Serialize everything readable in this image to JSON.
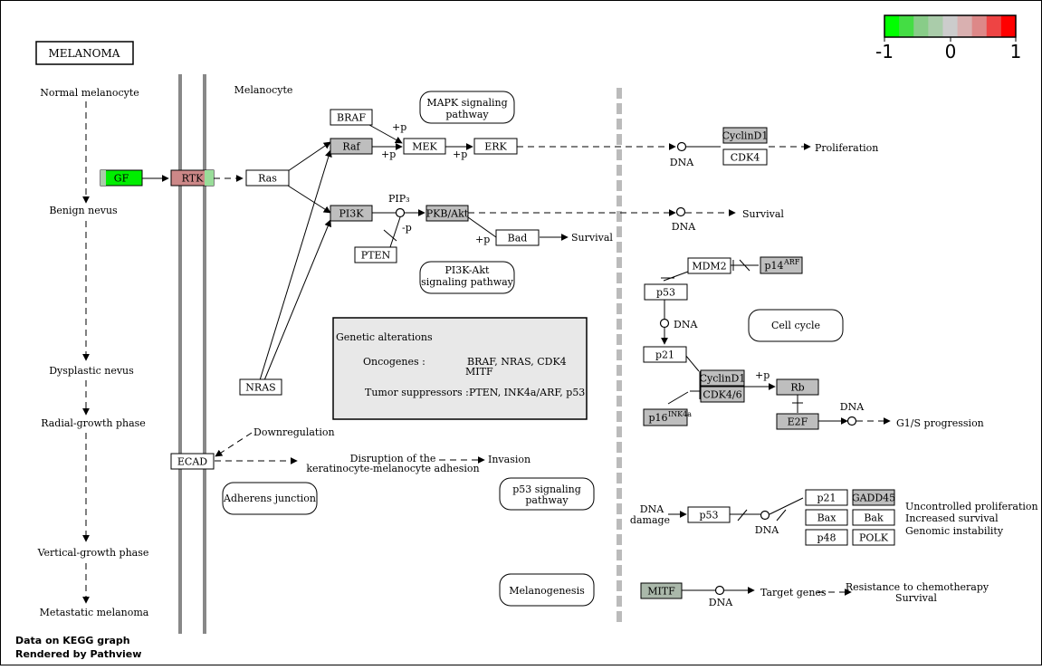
{
  "title": "MELANOMA",
  "legend": {
    "colors": [
      "#00ff00",
      "#44dd44",
      "#88cc88",
      "#aaccaa",
      "#cccccc",
      "#d9b0b0",
      "#dd8888",
      "#ee4444",
      "#ff0000"
    ],
    "ticks": [
      "-1",
      "0",
      "1"
    ]
  },
  "footer": [
    "Data on KEGG graph",
    "Rendered by Pathview"
  ],
  "progression": [
    "Normal melanocyte",
    "Benign nevus",
    "Dysplastic nevus",
    "Radial-growth phase",
    "Vertical-growth phase",
    "Metastatic melanoma"
  ],
  "labels": {
    "melanocyte": "Melanocyte",
    "downregulation": "Downregulation",
    "disruption1": "Disruption of the",
    "disruption2": "keratinocyte-melanocyte adhesion",
    "invasion": "Invasion",
    "proliferation": "Proliferation",
    "survival": "Survival",
    "survival2": "Survival",
    "pip3": "PIP₃",
    "p_plus": "+p",
    "p_minus": "-p",
    "dna": "DNA",
    "dna_damage1": "DNA",
    "dna_damage2": "damage",
    "g1s": "G1/S progression",
    "uncontrolled": "Uncontrolled proliferation",
    "increased_survival": "Increased survival",
    "genomic_instability": "Genomic instability",
    "target_genes": "Target genes",
    "resistance": "Resistance to chemotherapy",
    "resistance_survival": "Survival"
  },
  "pathways": {
    "mapk": [
      "MAPK signaling",
      "pathway"
    ],
    "pi3k_akt": [
      "PI3K-Akt",
      "signaling pathway"
    ],
    "cell_cycle": [
      "Cell cycle"
    ],
    "adherens": [
      "Adherens junction"
    ],
    "p53": [
      "p53 signaling",
      "pathway"
    ],
    "melanogenesis": [
      "Melanogenesis"
    ]
  },
  "genetic_alterations": {
    "heading": "Genetic alterations",
    "oncogenes_label": "Oncogenes :",
    "oncogenes_value1": "BRAF, NRAS, CDK4",
    "oncogenes_value2": "MITF",
    "suppressors_label": "Tumor suppressors :",
    "suppressors_value": "PTEN, INK4a/ARF, p53"
  },
  "genes": {
    "gf": {
      "label": "GF",
      "fill": "#00ee00"
    },
    "rtk": {
      "label": "RTK",
      "fill": "#cc8888"
    },
    "ras": {
      "label": "Ras",
      "fill": "#ffffff"
    },
    "braf": {
      "label": "BRAF",
      "fill": "#ffffff"
    },
    "raf": {
      "label": "Raf",
      "fill": "#bebebe"
    },
    "mek": {
      "label": "MEK",
      "fill": "#ffffff"
    },
    "erk": {
      "label": "ERK",
      "fill": "#ffffff"
    },
    "cyclind1_top": {
      "label": "CyclinD1",
      "fill": "#bebebe"
    },
    "cdk4_top": {
      "label": "CDK4",
      "fill": "#ffffff"
    },
    "pi3k": {
      "label": "PI3K",
      "fill": "#bebebe"
    },
    "pkbakt": {
      "label": "PKB/Akt",
      "fill": "#bebebe"
    },
    "bad": {
      "label": "Bad",
      "fill": "#ffffff"
    },
    "pten": {
      "label": "PTEN",
      "fill": "#ffffff"
    },
    "nras": {
      "label": "NRAS",
      "fill": "#ffffff"
    },
    "ecad": {
      "label": "ECAD",
      "fill": "#ffffff"
    },
    "mdm2": {
      "label": "MDM2",
      "fill": "#ffffff"
    },
    "p14arf": {
      "label": "p14",
      "sup": "ARF",
      "fill": "#bebebe"
    },
    "p53_cc": {
      "label": "p53",
      "fill": "#ffffff"
    },
    "p21_cc": {
      "label": "p21",
      "fill": "#ffffff"
    },
    "cyclind1_cc": {
      "label": "CyclinD1",
      "fill": "#bebebe"
    },
    "cdk46": {
      "label": "CDK4/6",
      "fill": "#bebebe"
    },
    "p16ink4a": {
      "label": "p16",
      "sup": "INK4a",
      "fill": "#bebebe"
    },
    "rb": {
      "label": "Rb",
      "fill": "#bebebe"
    },
    "e2f": {
      "label": "E2F",
      "fill": "#bebebe"
    },
    "p53_dmg": {
      "label": "p53",
      "fill": "#ffffff"
    },
    "p21_dmg": {
      "label": "p21",
      "fill": "#ffffff"
    },
    "gadd45": {
      "label": "GADD45",
      "fill": "#bebebe"
    },
    "bax": {
      "label": "Bax",
      "fill": "#ffffff"
    },
    "bak": {
      "label": "Bak",
      "fill": "#ffffff"
    },
    "p48": {
      "label": "p48",
      "fill": "#ffffff"
    },
    "polk": {
      "label": "POLK",
      "fill": "#ffffff"
    },
    "mitf": {
      "label": "MITF",
      "fill": "#aab8aa"
    }
  }
}
